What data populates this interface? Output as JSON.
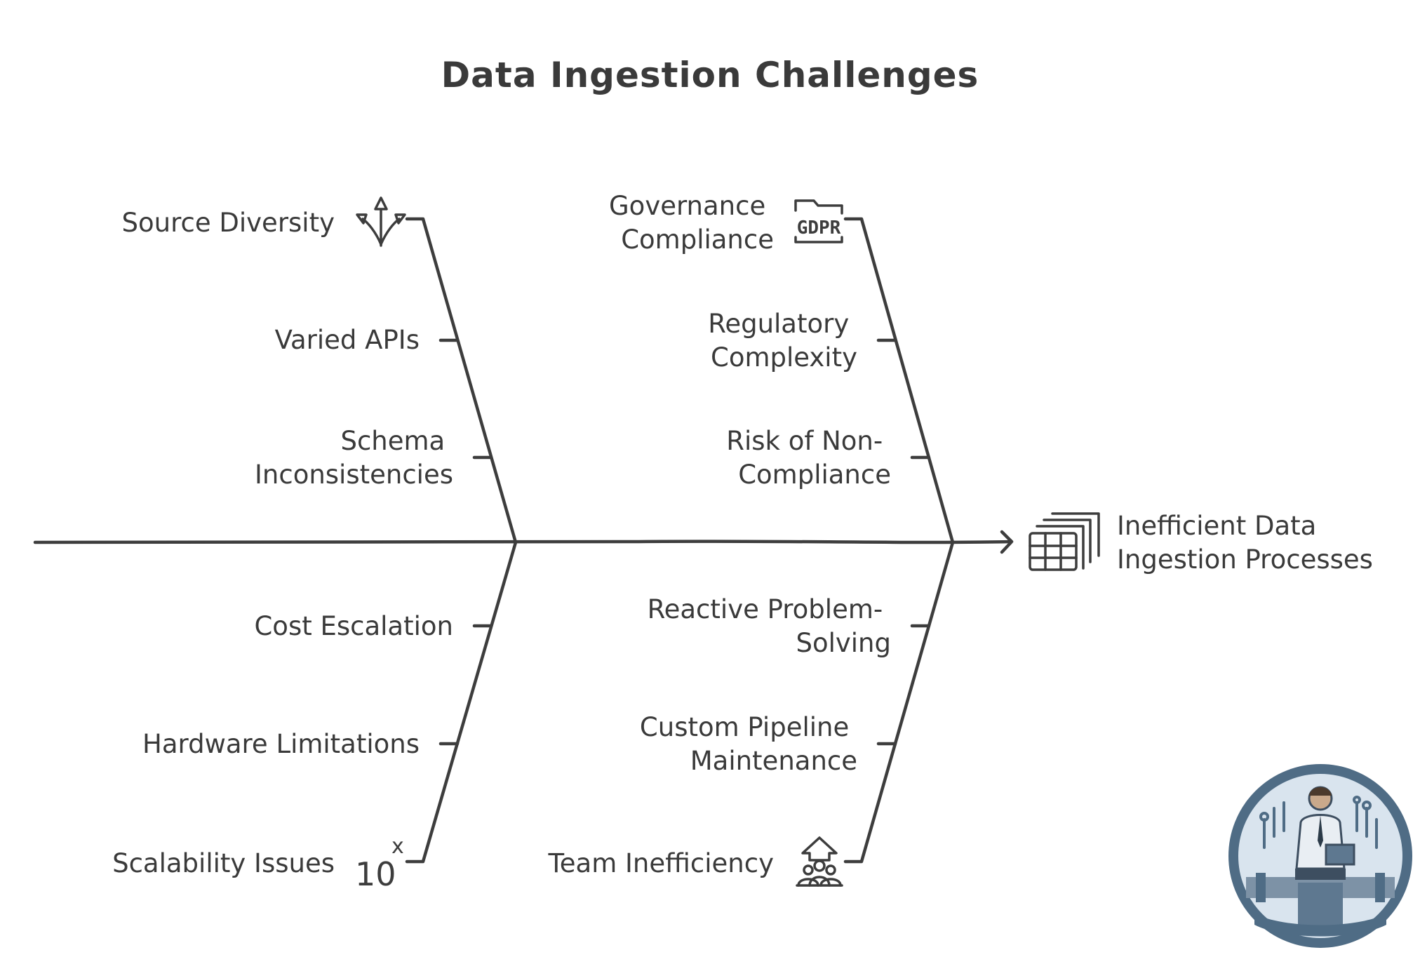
{
  "title": "Data Ingestion Challenges",
  "effect": {
    "label_lines": [
      "Inefficient Data",
      "Ingestion Processes"
    ],
    "icon": "table-stack-icon"
  },
  "categories": [
    {
      "id": "source-diversity",
      "label_lines": [
        "Source Diversity"
      ],
      "icon": "split-arrows-icon",
      "causes": [
        {
          "label_lines": [
            "Varied APIs"
          ]
        },
        {
          "label_lines": [
            "Schema",
            "Inconsistencies"
          ]
        }
      ]
    },
    {
      "id": "governance-compliance",
      "label_lines": [
        "Governance",
        "Compliance"
      ],
      "icon": "gdpr-folder-icon",
      "icon_text": "GDPR",
      "causes": [
        {
          "label_lines": [
            "Regulatory",
            "Complexity"
          ]
        },
        {
          "label_lines": [
            "Risk of Non-",
            "Compliance"
          ]
        }
      ]
    },
    {
      "id": "scalability-issues",
      "label_lines": [
        "Scalability Issues"
      ],
      "icon": "ten-x-icon",
      "icon_text": "10",
      "icon_sup": "x",
      "causes": [
        {
          "label_lines": [
            "Cost Escalation"
          ]
        },
        {
          "label_lines": [
            "Hardware Limitations"
          ]
        }
      ]
    },
    {
      "id": "team-inefficiency",
      "label_lines": [
        "Team Inefficiency"
      ],
      "icon": "team-arrow-icon",
      "causes": [
        {
          "label_lines": [
            "Reactive Problem-",
            "Solving"
          ]
        },
        {
          "label_lines": [
            "Custom Pipeline",
            "Maintenance"
          ]
        }
      ]
    }
  ],
  "colors": {
    "ink": "#3a3a3a",
    "logo_ring": "#4f6c85",
    "logo_bg": "#d9e4ee"
  }
}
